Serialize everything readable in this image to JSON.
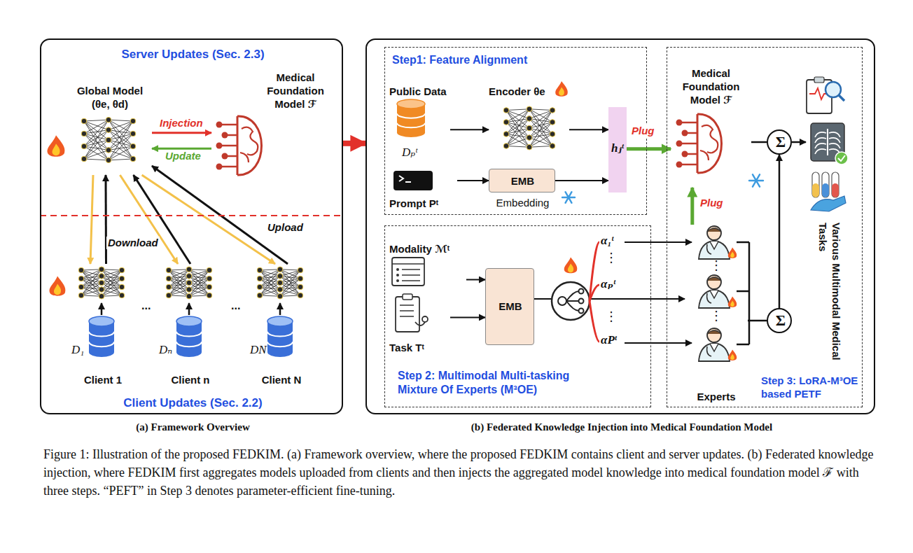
{
  "diagram": {
    "caption": "Figure 1: Illustration of the proposed FEDKIM. (a) Framework overview, where the proposed FEDKIM contains client and server updates. (b) Federated knowledge injection, where FEDKIM first aggregates models uploaded from clients and then injects the aggregated model knowledge into medical foundation model ℱ with three steps. “PEFT” in Step 3 denotes parameter-efficient fine-tuning.",
    "nodes": [
      {
        "text": [
          "Server Updates (Sec. 2.3)",
          "Client Updates (Sec. 2.2)",
          "(a) Framework Overview"
        ]
      },
      {
        "text": [
          "Global Model (θe, θd)"
        ],
        "in": 0
      },
      {
        "text": [
          "Medical Foundation Model ℱ"
        ],
        "in": 0
      },
      {
        "text": [
          "D₁",
          "Client 1"
        ],
        "in": 0
      },
      {
        "text": [
          "Dₙ",
          "Client n"
        ],
        "in": 0
      },
      {
        "text": [
          "DN",
          "Client N"
        ],
        "in": 0
      },
      {
        "text": [
          "(b) Federated Knowledge Injection into Medical Foundation Model"
        ]
      },
      {
        "text": [
          "Step1: Feature Alignment"
        ],
        "in": 6
      },
      {
        "text": [
          "Public Data",
          "Dₚᵗ"
        ],
        "in": 7
      },
      {
        "text": [
          "Encoder θe"
        ],
        "in": 7
      },
      {
        "text": [
          "Prompt Pᵗ"
        ],
        "in": 7
      },
      {
        "text": [
          "EMB",
          "Embedding"
        ],
        "in": 7
      },
      {
        "text": [
          "hⱼᵗ"
        ],
        "in": 7
      },
      {
        "text": [
          "Step 2: Multimodal Multi-tasking Mixture Of Experts (M³OE)"
        ],
        "in": 6
      },
      {
        "text": [
          "Modality ℳᵗ"
        ],
        "in": 13
      },
      {
        "text": [
          "Task Tᵗ"
        ],
        "in": 13
      },
      {
        "text": [
          "EMB"
        ],
        "in": 13
      },
      {
        "text": [
          "Step 3: LoRA-M³OE based PETF"
        ],
        "in": 6
      },
      {
        "text": [
          "Medical Foundation Model ℱ"
        ],
        "in": 17
      },
      {
        "text": [
          "Experts"
        ],
        "in": 17
      },
      {
        "text": [
          "Σ"
        ],
        "in": 17
      },
      {
        "text": [
          "Σ"
        ],
        "in": 17
      },
      {
        "text": [
          "Various Multimodal Medical Tasks"
        ],
        "in": 17
      }
    ],
    "edges": [
      {
        "from": 1,
        "to": 2,
        "arrow": "to",
        "label": "Injection"
      },
      {
        "from": 2,
        "to": 1,
        "arrow": "to",
        "label": "Update"
      },
      {
        "from": 1,
        "to": 3,
        "arrow": "to",
        "label": "Download"
      },
      {
        "from": 3,
        "to": 1,
        "arrow": "to"
      },
      {
        "from": 1,
        "to": 4,
        "arrow": "to"
      },
      {
        "from": 4,
        "to": 1,
        "arrow": "to"
      },
      {
        "from": 1,
        "to": 5,
        "arrow": "to"
      },
      {
        "from": 5,
        "to": 1,
        "arrow": "to",
        "label": "Upload"
      },
      {
        "from": 0,
        "to": 6,
        "arrow": "to"
      },
      {
        "from": 8,
        "to": 9,
        "arrow": "to"
      },
      {
        "from": 9,
        "to": 12,
        "arrow": "to"
      },
      {
        "from": 10,
        "to": 11,
        "arrow": "to"
      },
      {
        "from": 11,
        "to": 12,
        "arrow": "to"
      },
      {
        "from": 12,
        "to": 18,
        "arrow": "to",
        "label": "Plug"
      },
      {
        "from": 19,
        "to": 18,
        "arrow": "to",
        "label": "Plug"
      },
      {
        "from": 14,
        "to": 16,
        "arrow": "to"
      },
      {
        "from": 15,
        "to": 16,
        "arrow": "to"
      },
      {
        "from": 16,
        "to": 19,
        "arrow": "to"
      },
      {
        "from": 18,
        "to": 20,
        "arrow": "none"
      },
      {
        "from": 20,
        "to": 22,
        "arrow": "to"
      },
      {
        "from": 19,
        "to": 21,
        "arrow": "none"
      },
      {
        "from": 21,
        "to": 20,
        "arrow": "to"
      }
    ],
    "labels": [
      "...",
      "...",
      "α₁ᵗ",
      "⋮",
      "αₚᵗ",
      "⋮",
      "αPᵗ",
      "⋮",
      "⋮"
    ]
  }
}
